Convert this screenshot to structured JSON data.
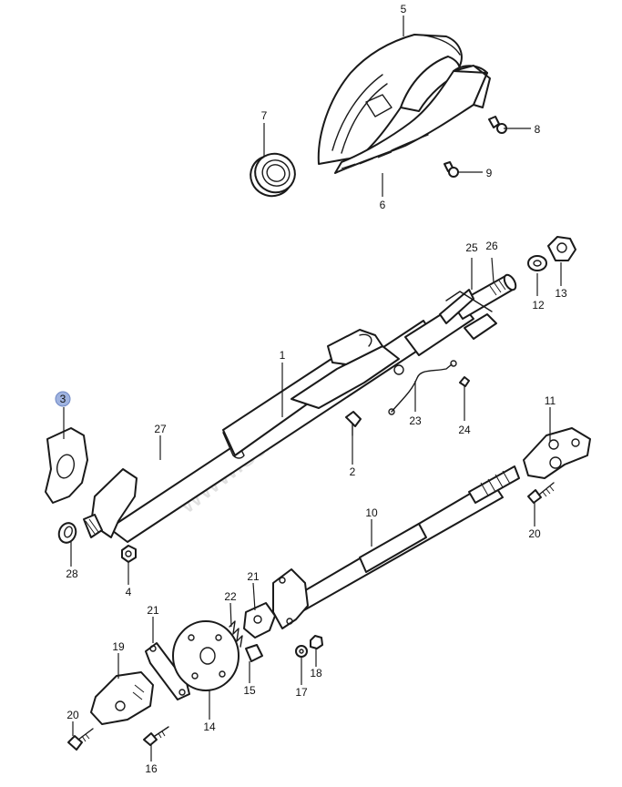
{
  "watermark": "www.suzuki-dily.sk",
  "highlight_color": "#9fb3e0",
  "callouts": [
    {
      "id": "c5",
      "text": "5"
    },
    {
      "id": "c7",
      "text": "7"
    },
    {
      "id": "c8",
      "text": "8"
    },
    {
      "id": "c9",
      "text": "9"
    },
    {
      "id": "c6",
      "text": "6"
    },
    {
      "id": "c25",
      "text": "25"
    },
    {
      "id": "c26",
      "text": "26"
    },
    {
      "id": "c12",
      "text": "12"
    },
    {
      "id": "c13",
      "text": "13"
    },
    {
      "id": "c1",
      "text": "1"
    },
    {
      "id": "c3",
      "text": "3"
    },
    {
      "id": "c27",
      "text": "27"
    },
    {
      "id": "c23",
      "text": "23"
    },
    {
      "id": "c24",
      "text": "24"
    },
    {
      "id": "c2",
      "text": "2"
    },
    {
      "id": "c11",
      "text": "11"
    },
    {
      "id": "c28",
      "text": "28"
    },
    {
      "id": "c4",
      "text": "4"
    },
    {
      "id": "c10",
      "text": "10"
    },
    {
      "id": "c20a",
      "text": "20"
    },
    {
      "id": "c21a",
      "text": "21"
    },
    {
      "id": "c22",
      "text": "22"
    },
    {
      "id": "c21b",
      "text": "21"
    },
    {
      "id": "c19",
      "text": "19"
    },
    {
      "id": "c18",
      "text": "18"
    },
    {
      "id": "c15",
      "text": "15"
    },
    {
      "id": "c17",
      "text": "17"
    },
    {
      "id": "c14",
      "text": "14"
    },
    {
      "id": "c20b",
      "text": "20"
    },
    {
      "id": "c16",
      "text": "16"
    }
  ]
}
